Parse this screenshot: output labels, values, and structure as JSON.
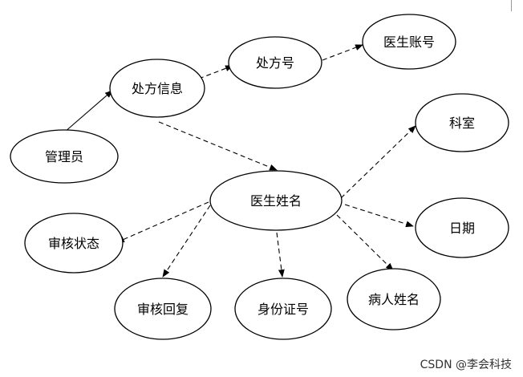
{
  "nodes": {
    "admin": "管理员",
    "prescription_info": "处方信息",
    "prescription_no": "处方号",
    "doctor_account": "医生账号",
    "doctor_name": "医生姓名",
    "department": "科室",
    "date": "日期",
    "patient_name": "病人姓名",
    "id_number": "身份证号",
    "review_reply": "审核回复",
    "review_status": "审核状态"
  },
  "watermark": "CSDN @李会科技"
}
